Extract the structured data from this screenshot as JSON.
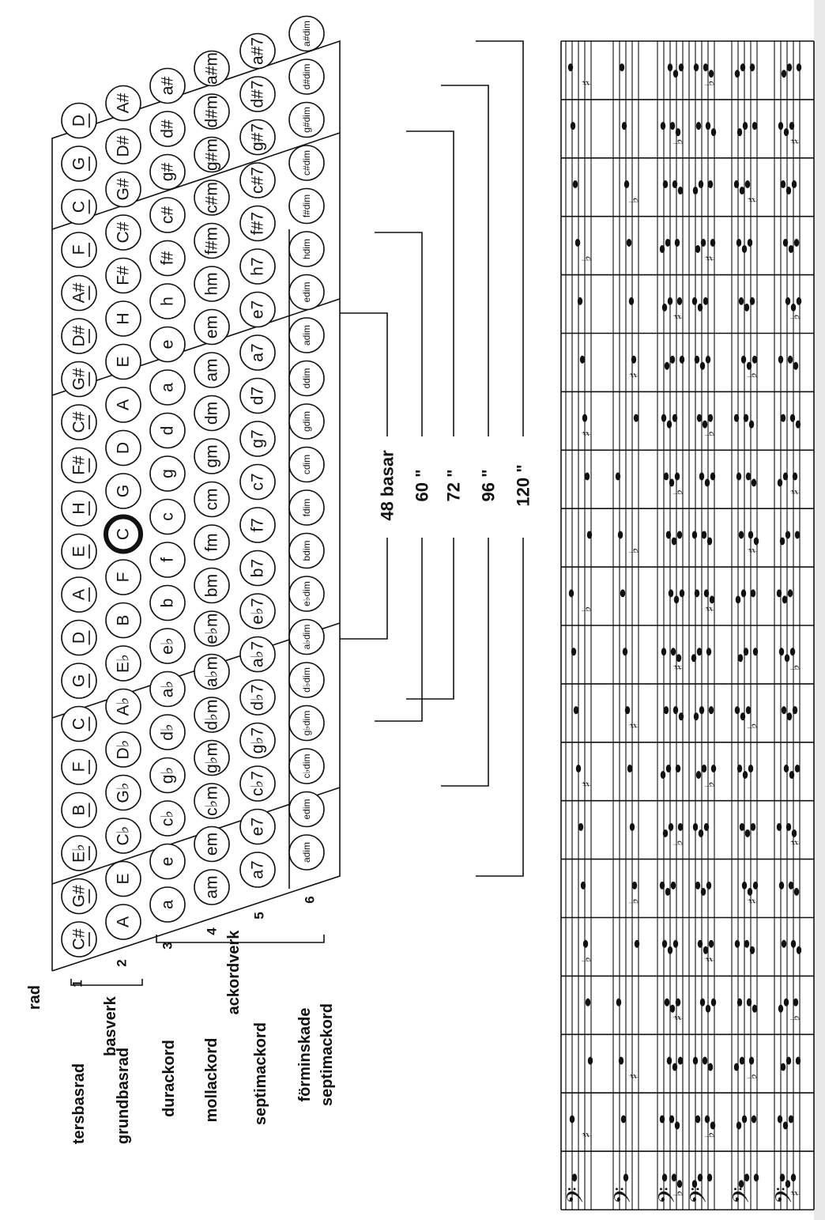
{
  "diagram": {
    "row_label": "rad",
    "row_numbers": [
      "1",
      "2",
      "3",
      "4",
      "5",
      "6"
    ],
    "group_labels": {
      "bass": "basverk",
      "chord": "ackordverk"
    },
    "row_names": [
      "tersbasrad",
      "grundbasrad",
      "durackord",
      "mollackord",
      "septimackord",
      "förminskade",
      "septimackord"
    ],
    "size_labels": [
      "48 basar",
      "60 \"",
      "72 \"",
      "96 \"",
      "120 \""
    ],
    "rows": {
      "row1": [
        "C#",
        "G#",
        "E♭",
        "B",
        "F",
        "C",
        "G",
        "D",
        "A",
        "E",
        "H",
        "F#",
        "C#",
        "G#",
        "D#",
        "A#",
        "F",
        "C",
        "G",
        "D"
      ],
      "row2": [
        "A",
        "E",
        "C♭",
        "G♭",
        "D♭",
        "A♭",
        "E♭",
        "B",
        "F",
        "C",
        "G",
        "D",
        "A",
        "E",
        "H",
        "F#",
        "C#",
        "G#",
        "D#",
        "A#"
      ],
      "row3": [
        "a",
        "e",
        "c♭",
        "g♭",
        "d♭",
        "a♭",
        "e♭",
        "b",
        "f",
        "c",
        "g",
        "d",
        "a",
        "e",
        "h",
        "f#",
        "c#",
        "g#",
        "d#",
        "a#"
      ],
      "row4": [
        "am",
        "em",
        "c♭m",
        "g♭m",
        "d♭m",
        "a♭m",
        "e♭m",
        "bm",
        "fm",
        "cm",
        "gm",
        "dm",
        "am",
        "em",
        "hm",
        "f#m",
        "c#m",
        "g#m",
        "d#m",
        "a#m"
      ],
      "row5": [
        "a7",
        "e7",
        "c♭7",
        "g♭7",
        "d♭7",
        "a♭7",
        "e♭7",
        "b7",
        "f7",
        "c7",
        "g7",
        "d7",
        "a7",
        "e7",
        "h7",
        "f#7",
        "c#7",
        "g#7",
        "d#7",
        "a#7"
      ],
      "row6": [
        "adim",
        "edim",
        "c♭dim",
        "g♭dim",
        "d♭dim",
        "a♭dim",
        "e♭dim",
        "bdim",
        "fdim",
        "cdim",
        "gdim",
        "ddim",
        "adim",
        "edim",
        "hdim",
        "f#dim",
        "c#dim",
        "g#dim",
        "d#dim",
        "a#dim"
      ]
    }
  },
  "notation": {
    "clef": "𝄢",
    "staff_count": 6,
    "column_count": 20
  },
  "colors": {
    "ink": "#111111",
    "paper": "#ffffff"
  }
}
